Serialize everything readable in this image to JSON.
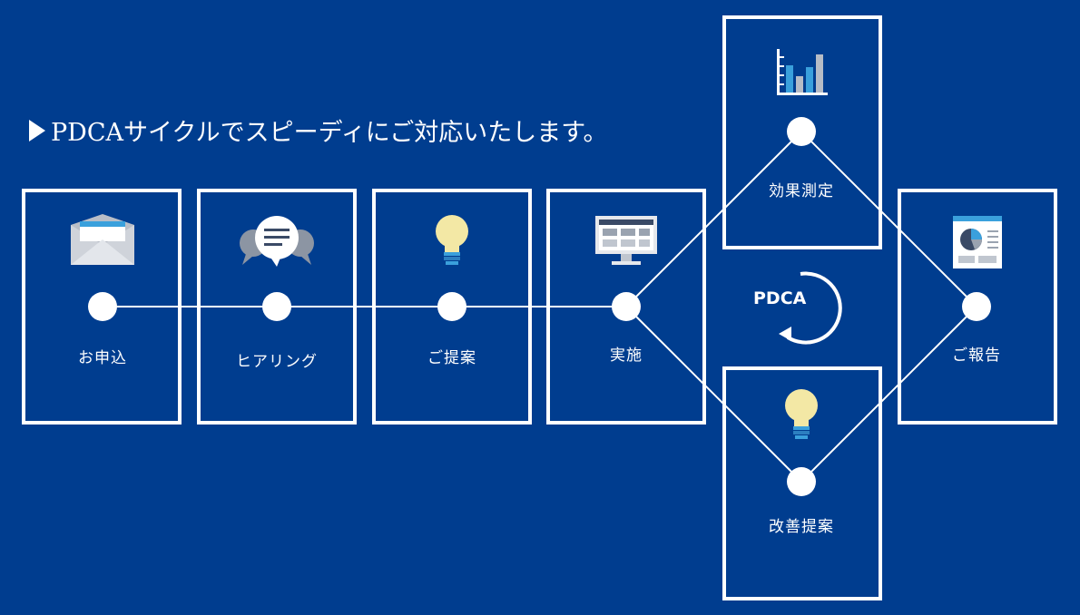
{
  "headline": "PDCAサイクルでスピーディにご対応いたします。",
  "steps": [
    {
      "label": "お申込",
      "icon": "envelope-icon"
    },
    {
      "label": "ヒアリング",
      "icon": "chat-bubbles-icon"
    },
    {
      "label": "ご提案",
      "icon": "lightbulb-icon"
    },
    {
      "label": "実施",
      "icon": "monitor-icon"
    },
    {
      "label": "効果測定",
      "icon": "bar-chart-icon"
    },
    {
      "label": "改善提案",
      "icon": "lightbulb-icon"
    },
    {
      "label": "ご報告",
      "icon": "report-icon"
    }
  ],
  "cycle_label": "PDCA",
  "colors": {
    "background": "#003d8f",
    "line": "#ffffff",
    "bulb": "#f3e8a5",
    "icon_blue": "#2e9bd6"
  }
}
